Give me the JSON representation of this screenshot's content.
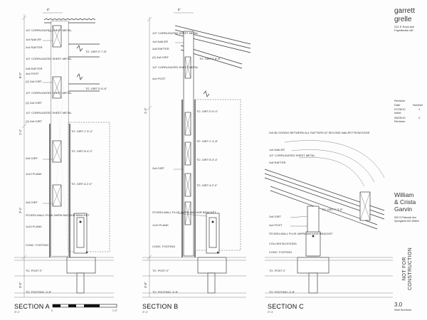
{
  "title_block": {
    "architect_line1": "garrett",
    "architect_line2": "grelle",
    "address_line1": "221 E Rock Ave",
    "address_line2": "Fayetteville AR",
    "revision_label": "Revision",
    "revision_header_date": "Date",
    "revision_header_number": "Number",
    "rev1_date": "07/26/10",
    "rev1_number": "1",
    "rev1_note": "Initial",
    "rev2_date": "08/05/10",
    "rev2_number": "2",
    "rev2_note": "Revision",
    "client_line1": "William",
    "client_line2": "& Crista",
    "client_line3": "Garvin",
    "client_addr1": "903 S Pickwick Ave",
    "client_addr2": "Springfield MO 65804",
    "stamp": "NOT FOR CONSTRUCTION",
    "sheet_number": "3.0",
    "sheet_title": "Wall Sections"
  },
  "section_a": {
    "title": "SECTION A",
    "scale": "3\"=1'",
    "dims": [
      "8\"",
      "1'-4\"",
      "3'-4\"",
      "8'-0\"",
      "3'-6\""
    ],
    "notes": [
      "1/2\" CORRUGATED SHEET METAL",
      "1x4 NAILER",
      "2x4 RAFTER",
      "TO. GIRT E 7'-8\"",
      "1/2\" CORRUGATED SHEET METAL",
      "2x8 RAFTER",
      "4x4 POST",
      "TO. GIRT D 6'-8\"",
      "(2) 2x8 GIRT",
      "1/2\" CORRUGATED SHEET METAL",
      "(2) 2x6 GIRT",
      "TO. GIRT C 5'-4\"",
      "1/2\" CORRUGATED SHEET METAL",
      "(2) 2x6 GIRT",
      "TO. GIRT B 4'-0\"",
      "2x6 GIRT",
      "1x10 PLANK",
      "TO. GIRT A 2'-0\"",
      "2x6 GIRT",
      "STURDI-WALL PLUS 4WPM ANCHOR BRACKET",
      "1x10 PLANK",
      "CONC. FOOTING",
      "TO. POST 0\"",
      "TO. FOOTING -3'-8\""
    ]
  },
  "section_b": {
    "title": "SECTION B",
    "scale": "3\"=1'",
    "dims": [
      "6\"",
      "2'-4\"",
      "3'-8\""
    ],
    "notes": [
      "1/2\" CORRUGATED SHEET METAL",
      "1x4 NAILER",
      "2x8 RAFTER",
      "(2) 2x8 GIRT",
      "TO. GIRT E 8'-8\"",
      "1/2\" CORRUGATED SHEET METAL",
      "4x4 POST",
      "TO. GIRT D 6'-0\"",
      "TO. GIRT C 4'-8\"",
      "TO. GIRT B 3'-4\"",
      "2x6 GIRT",
      "TO. GIRT A 2'-0\"",
      "STURDI-WALL PLUS 4WPM ANCHOR BRACKET",
      "1x10 PLANK",
      "CONC. FOOTING",
      "TO. POST 0\"",
      "TO. FOOTING -3'-8\""
    ]
  },
  "section_c": {
    "title": "SECTION C",
    "scale": "3\"=1'",
    "notes": [
      "2x6 BLOCKING BETWEEN ALL RAFTERS AT SECOND NAILER FROM EDGE",
      "1x4 NAILER",
      "1/2\" CORRUGATED SHEET METAL",
      "2x8 RAFTER",
      "TO. GIRT F 3'-8\"",
      "2x8 GIRT",
      "4x4 POST",
      "STURDI-WALL PLUS 4WPM ANCHOR BRACKET",
      "COLLINS BLOCKING",
      "CONC. FOOTING",
      "TO. POST 0\"",
      "TO. FOOTING -3'-8\""
    ]
  },
  "scale_bar": {
    "left": "0",
    "right": "1'-0\""
  }
}
